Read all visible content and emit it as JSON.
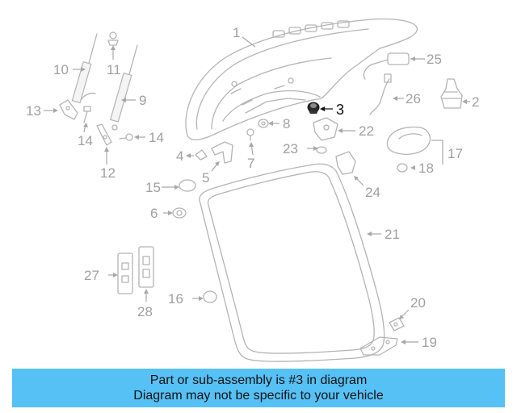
{
  "diagram": {
    "callouts": {
      "c1": "1",
      "c2": "2",
      "c3": "3",
      "c4": "4",
      "c5": "5",
      "c6": "6",
      "c7": "7",
      "c8": "8",
      "c9": "9",
      "c10": "10",
      "c11": "11",
      "c12": "12",
      "c13": "13",
      "c14a": "14",
      "c14b": "14",
      "c15": "15",
      "c16": "16",
      "c17": "17",
      "c18": "18",
      "c19": "19",
      "c20": "20",
      "c21": "21",
      "c22": "22",
      "c23": "23",
      "c24": "24",
      "c25": "25",
      "c26": "26",
      "c27": "27",
      "c28": "28"
    },
    "highlighted_part": "3",
    "colors": {
      "line": "#b4b4b4",
      "label": "#a0a0a0",
      "highlight_part": "#1a1a1a",
      "caption_bg": "#55c1f5"
    }
  },
  "caption": {
    "line1": "Part or sub-assembly is #3 in diagram",
    "line2": "Diagram may not be specific to your vehicle"
  }
}
